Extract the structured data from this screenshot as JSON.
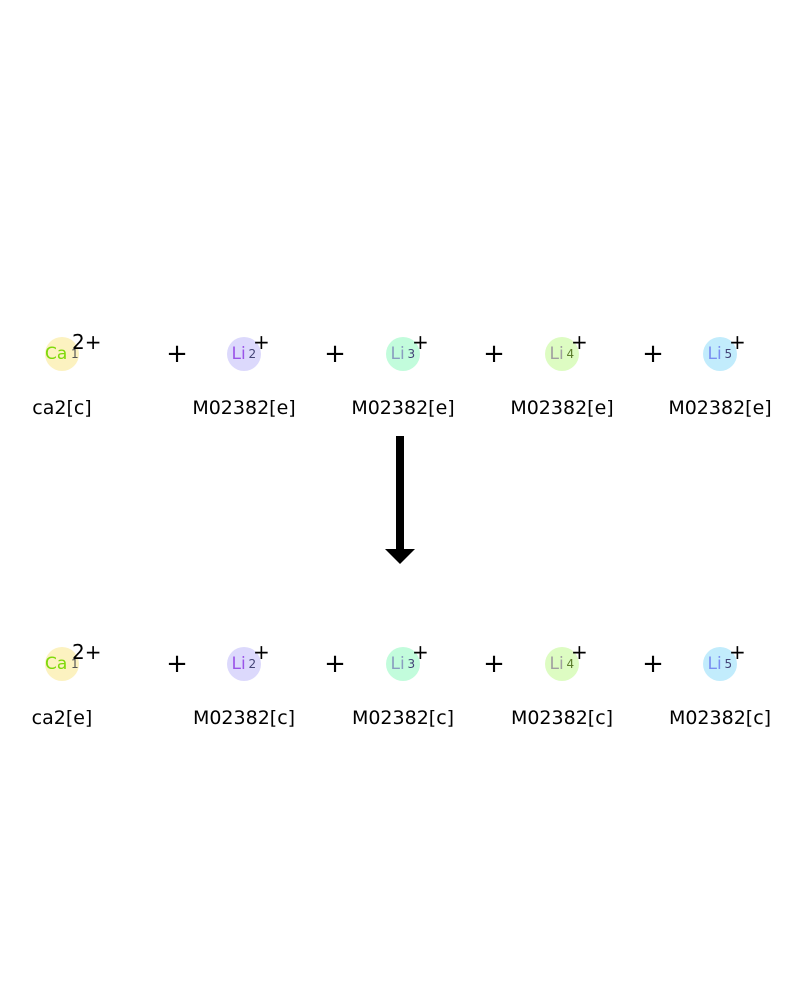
{
  "reaction": {
    "reactants": [
      {
        "element": "Ca",
        "index": "1",
        "charge": "2+",
        "label": "ca2[c]",
        "bg": "#fcf2c0",
        "fg": "#7ed90a"
      },
      {
        "element": "Li",
        "index": "2",
        "charge": "+",
        "label": "M02382[e]",
        "bg": "#dcd9fc",
        "fg": "#9a55e8"
      },
      {
        "element": "Li",
        "index": "3",
        "charge": "+",
        "label": "M02382[e]",
        "bg": "#c2fcdc",
        "fg": "#8a9ec0"
      },
      {
        "element": "Li",
        "index": "4",
        "charge": "+",
        "label": "M02382[e]",
        "bg": "#ddfcc2",
        "fg": "#a0a0a0"
      },
      {
        "element": "Li",
        "index": "5",
        "charge": "+",
        "label": "M02382[e]",
        "bg": "#c2ecfc",
        "fg": "#7a8ef0"
      }
    ],
    "products": [
      {
        "element": "Ca",
        "index": "1",
        "charge": "2+",
        "label": "ca2[e]",
        "bg": "#fcf2c0",
        "fg": "#7ed90a"
      },
      {
        "element": "Li",
        "index": "2",
        "charge": "+",
        "label": "M02382[c]",
        "bg": "#dcd9fc",
        "fg": "#9a55e8"
      },
      {
        "element": "Li",
        "index": "3",
        "charge": "+",
        "label": "M02382[c]",
        "bg": "#c2fcdc",
        "fg": "#8a9ec0"
      },
      {
        "element": "Li",
        "index": "4",
        "charge": "+",
        "label": "M02382[c]",
        "bg": "#ddfcc2",
        "fg": "#a0a0a0"
      },
      {
        "element": "Li",
        "index": "5",
        "charge": "+",
        "label": "M02382[c]",
        "bg": "#c2ecfc",
        "fg": "#7a8ef0"
      }
    ],
    "plus_symbol": "+",
    "arrow_color": "#000000"
  }
}
